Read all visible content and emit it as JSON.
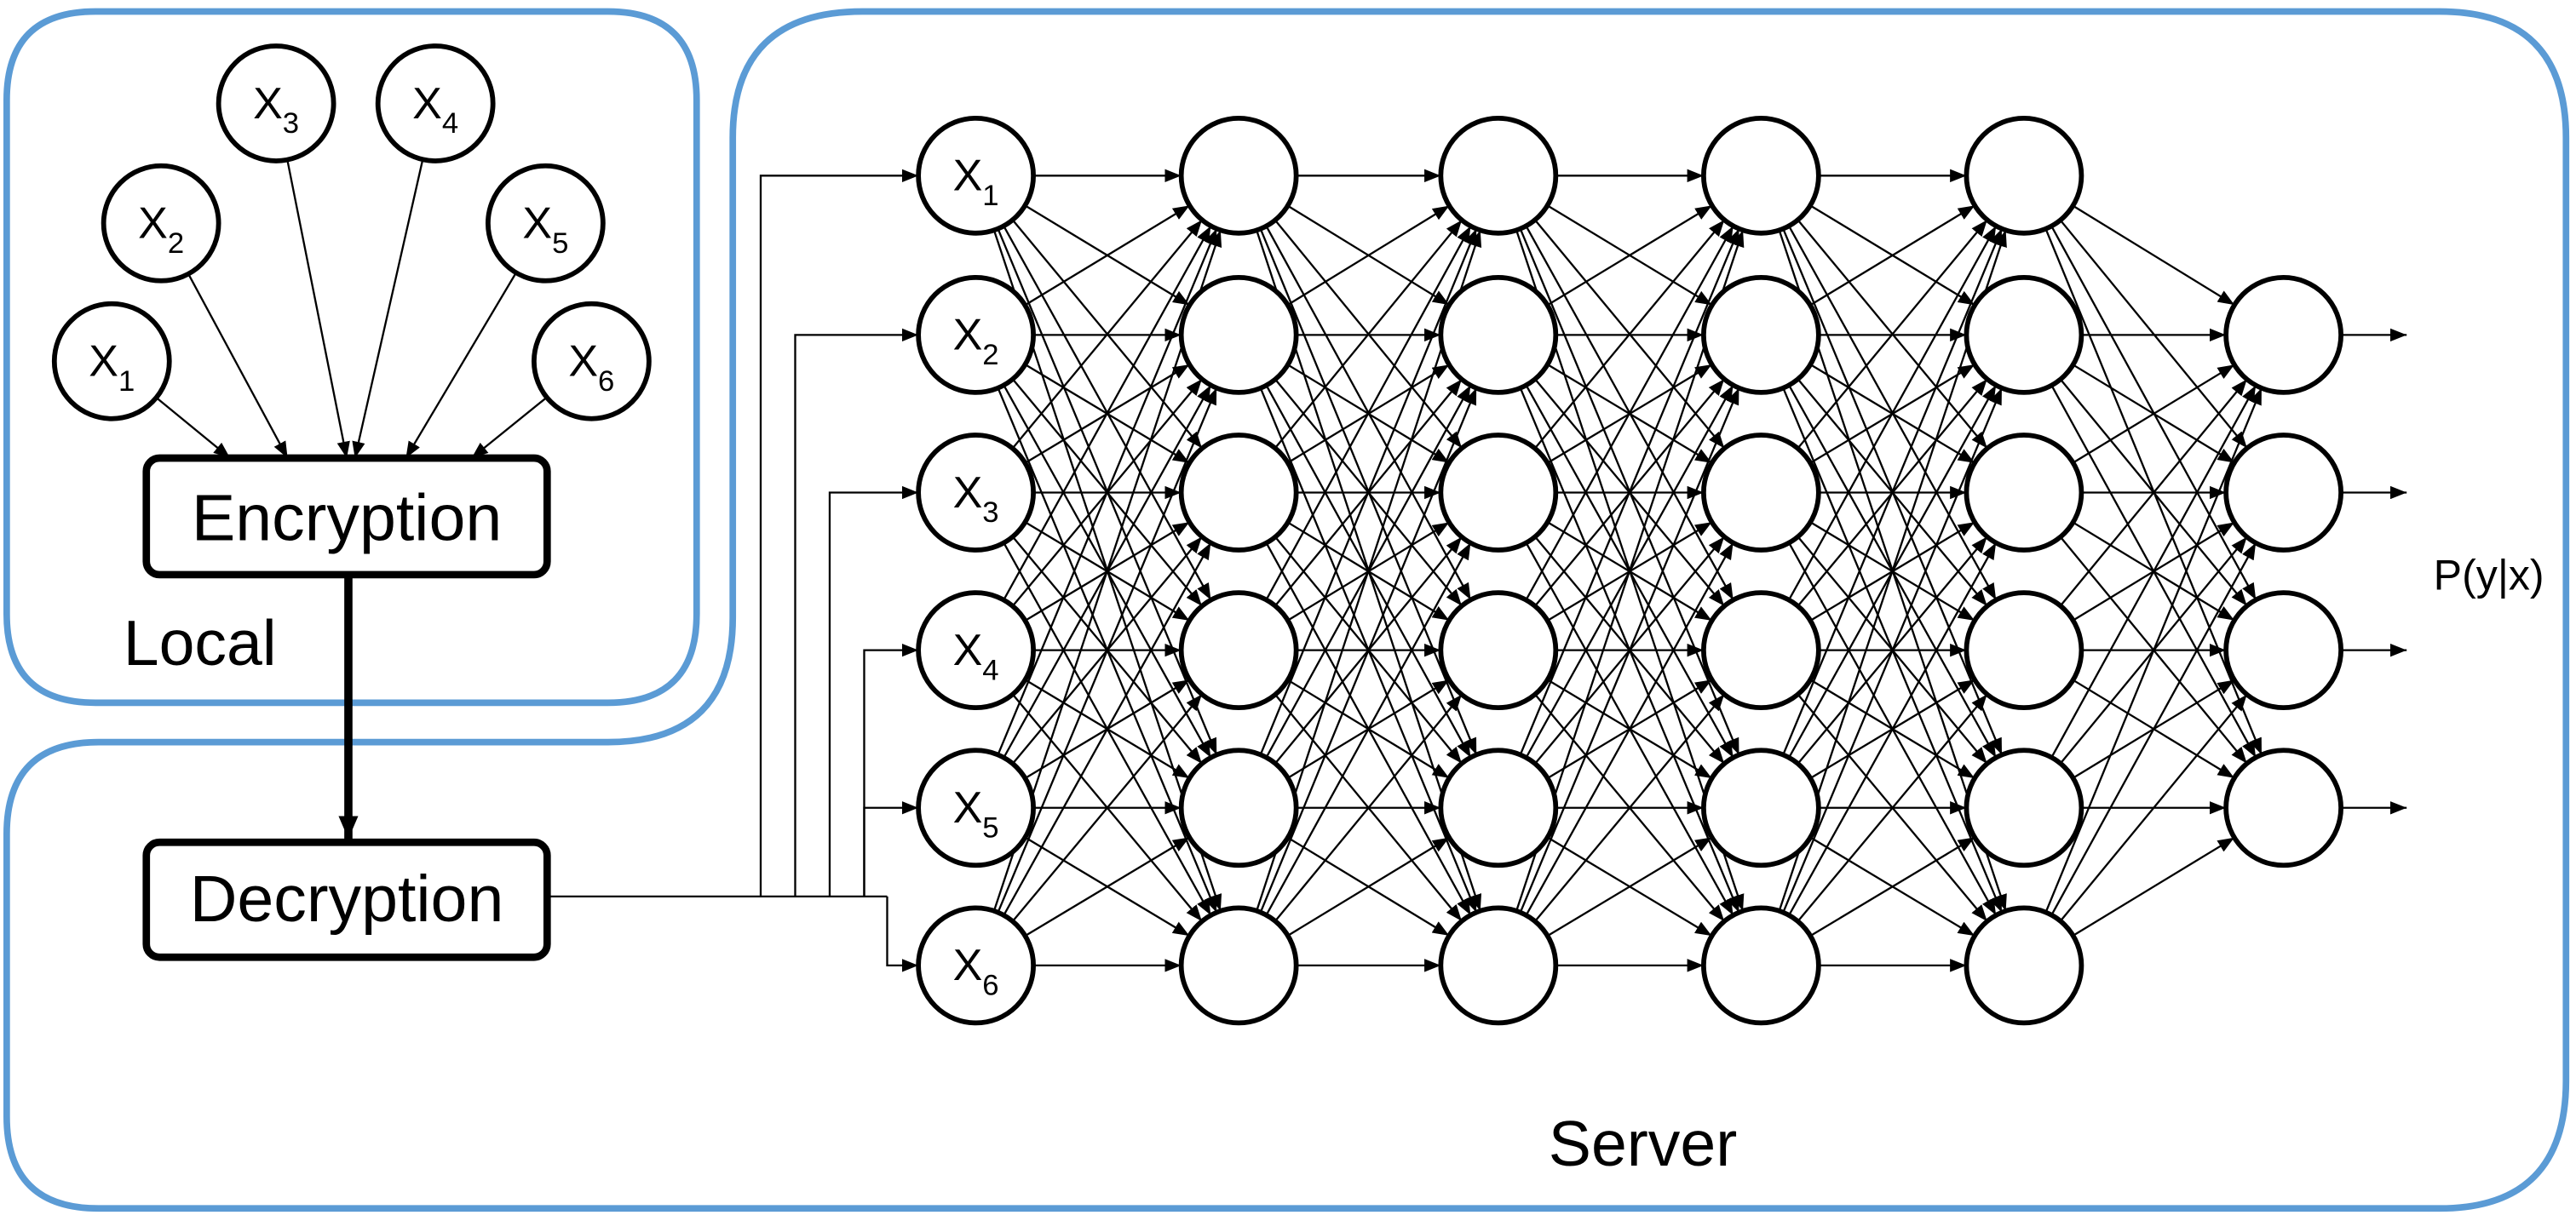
{
  "local": {
    "label": "Local",
    "encryption_label": "Encryption",
    "inputs": [
      {
        "main": "X",
        "sub": "1"
      },
      {
        "main": "X",
        "sub": "2"
      },
      {
        "main": "X",
        "sub": "3"
      },
      {
        "main": "X",
        "sub": "4"
      },
      {
        "main": "X",
        "sub": "5"
      },
      {
        "main": "X",
        "sub": "6"
      }
    ]
  },
  "server": {
    "label": "Server",
    "decryption_label": "Decryption",
    "input_nodes": [
      {
        "main": "X",
        "sub": "1"
      },
      {
        "main": "X",
        "sub": "2"
      },
      {
        "main": "X",
        "sub": "3"
      },
      {
        "main": "X",
        "sub": "4"
      },
      {
        "main": "X",
        "sub": "5"
      },
      {
        "main": "X",
        "sub": "6"
      }
    ],
    "hidden_layer_count": 4,
    "hidden_layer_size": 6,
    "output_layer_size": 4,
    "output_label": "P(y|x)"
  }
}
